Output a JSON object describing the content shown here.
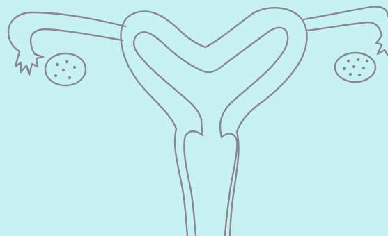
{
  "colors": {
    "background": "#c8f2f2",
    "line": "#8a8794",
    "dot": "#8a8794"
  },
  "diagram": {
    "structures": [
      "uterus-outer-wall",
      "uterine-cavity",
      "cervix-vagina-walls",
      "left-fallopian-tube",
      "right-fallopian-tube",
      "left-fimbriae",
      "right-fimbriae",
      "left-ovary",
      "right-ovary"
    ],
    "left_ovary_follicle_count": 6,
    "right_ovary_follicle_count": 8
  }
}
